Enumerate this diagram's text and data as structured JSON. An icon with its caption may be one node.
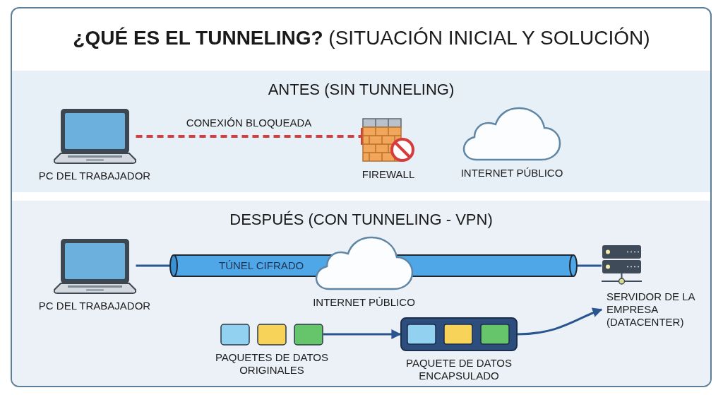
{
  "diagram": {
    "title": "**¿QUÉ ES EL TUNNELING?** (SITUACIÓN INICIAL Y SOLUCIÓN)",
    "nodes": [
      {
        "text": [
          "ANTES (SIN TUNNELING)"
        ]
      },
      {
        "text": [
          "PC DEL TRABAJADOR"
        ],
        "in": 0
      },
      {
        "text": [
          "FIREWALL"
        ],
        "in": 0
      },
      {
        "text": [
          "INTERNET PÚBLICO"
        ],
        "in": 0
      },
      {
        "text": [
          "DESPUÉS (CON TUNNELING - VPN)"
        ]
      },
      {
        "text": [
          "PC DEL TRABAJADOR"
        ],
        "in": 4
      },
      {
        "text": [
          "TÚNEL CIFRADO"
        ],
        "in": 4
      },
      {
        "text": [
          "INTERNET PÚBLICO"
        ],
        "in": 4
      },
      {
        "text": [
          "SERVIDOR DE LA EMPRESA (DATACENTER)"
        ],
        "in": 4
      },
      {
        "text": [
          "PAQUETES DE DATOS ORIGINALES"
        ],
        "in": 4
      },
      {
        "text": [
          "PAQUETE DE DATOS ENCAPSULADO"
        ],
        "in": 4
      }
    ],
    "edges": [
      {
        "from": 1,
        "to": 2,
        "arrow": "other",
        "label": "CONEXIÓN BLOQUEADA",
        "style": "dashed",
        "color": "#d63c3c"
      },
      {
        "from": 5,
        "to": 6,
        "arrow": "none"
      },
      {
        "from": 6,
        "to": 8,
        "arrow": "none"
      },
      {
        "from": 9,
        "to": 10,
        "arrow": "to"
      },
      {
        "from": 10,
        "to": 8,
        "arrow": "to"
      }
    ]
  }
}
